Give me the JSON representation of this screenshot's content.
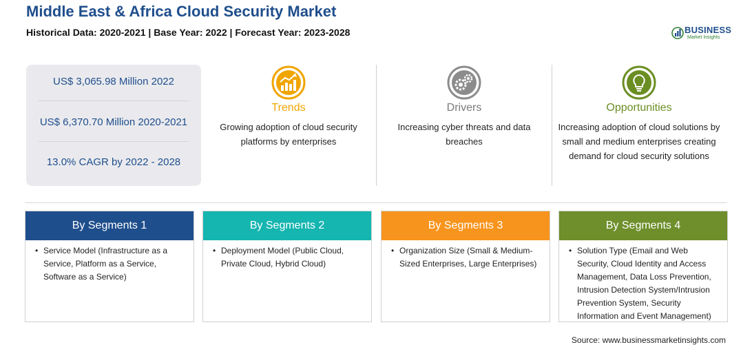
{
  "header": {
    "title": "Middle East & Africa Cloud Security Market",
    "subtitle": "Historical Data: 2020-2021 | Base Year: 2022 | Forecast Year: 2023-2028"
  },
  "logo": {
    "name": "BUSINESS",
    "tagline": "Market Insights"
  },
  "stats": [
    "US$ 3,065.98 Million 2022",
    "US$ 6,370.70 Million 2020-2021",
    "13.0% CAGR by 2022 - 2028"
  ],
  "columns": [
    {
      "title": "Trends",
      "text": "Growing adoption of cloud security platforms by enterprises",
      "color": "#f0a500",
      "icon": "chart-up-icon"
    },
    {
      "title": "Drivers",
      "text": "Increasing cyber threats and data breaches",
      "color": "#8c8c8c",
      "icon": "gears-icon"
    },
    {
      "title": "Opportunities",
      "text": "Increasing adoption of cloud solutions by small and medium enterprises creating demand for cloud security solutions",
      "color": "#6b8e23",
      "icon": "lightbulb-icon"
    }
  ],
  "segments": [
    {
      "title": "By Segments 1",
      "color": "#1f4e8c",
      "item": "Service Model (Infrastructure as a Service, Platform as a Service, Software as a Service)"
    },
    {
      "title": "By Segments 2",
      "color": "#15b5b0",
      "item": "Deployment Model (Public Cloud, Private Cloud, Hybrid Cloud)"
    },
    {
      "title": "By Segments 3",
      "color": "#f7941d",
      "item": "Organization Size (Small & Medium-Sized Enterprises, Large Enterprises)"
    },
    {
      "title": "By Segments 4",
      "color": "#6e8f2b",
      "item": "Solution Type (Email and Web Security, Cloud Identity and Access Management, Data Loss Prevention, Intrusion Detection System/Intrusion Prevention System, Security Information and Event Management)"
    }
  ],
  "source": "Source: www.businessmarketinsights.com"
}
